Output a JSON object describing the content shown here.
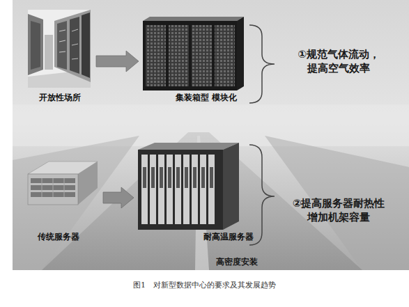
{
  "diagram": {
    "caption": "图1　对新型数据中心的要求及其发展趋势",
    "nodes": [
      {
        "text": [
          "开放性场所"
        ]
      },
      {
        "text": [
          "集装箱型 模块化"
        ]
      },
      {
        "text": [
          "传统服务器"
        ]
      },
      {
        "text": [
          "耐高温服务器"
        ]
      }
    ],
    "edges": [
      {
        "from": 0,
        "to": 1,
        "arrow": "to"
      },
      {
        "from": 2,
        "to": 3,
        "arrow": "to"
      }
    ],
    "labels": [
      "①规范气体流动， 提高空气效率",
      "②提高服务器耐热性 增加机架容量",
      "高密度安装"
    ]
  }
}
